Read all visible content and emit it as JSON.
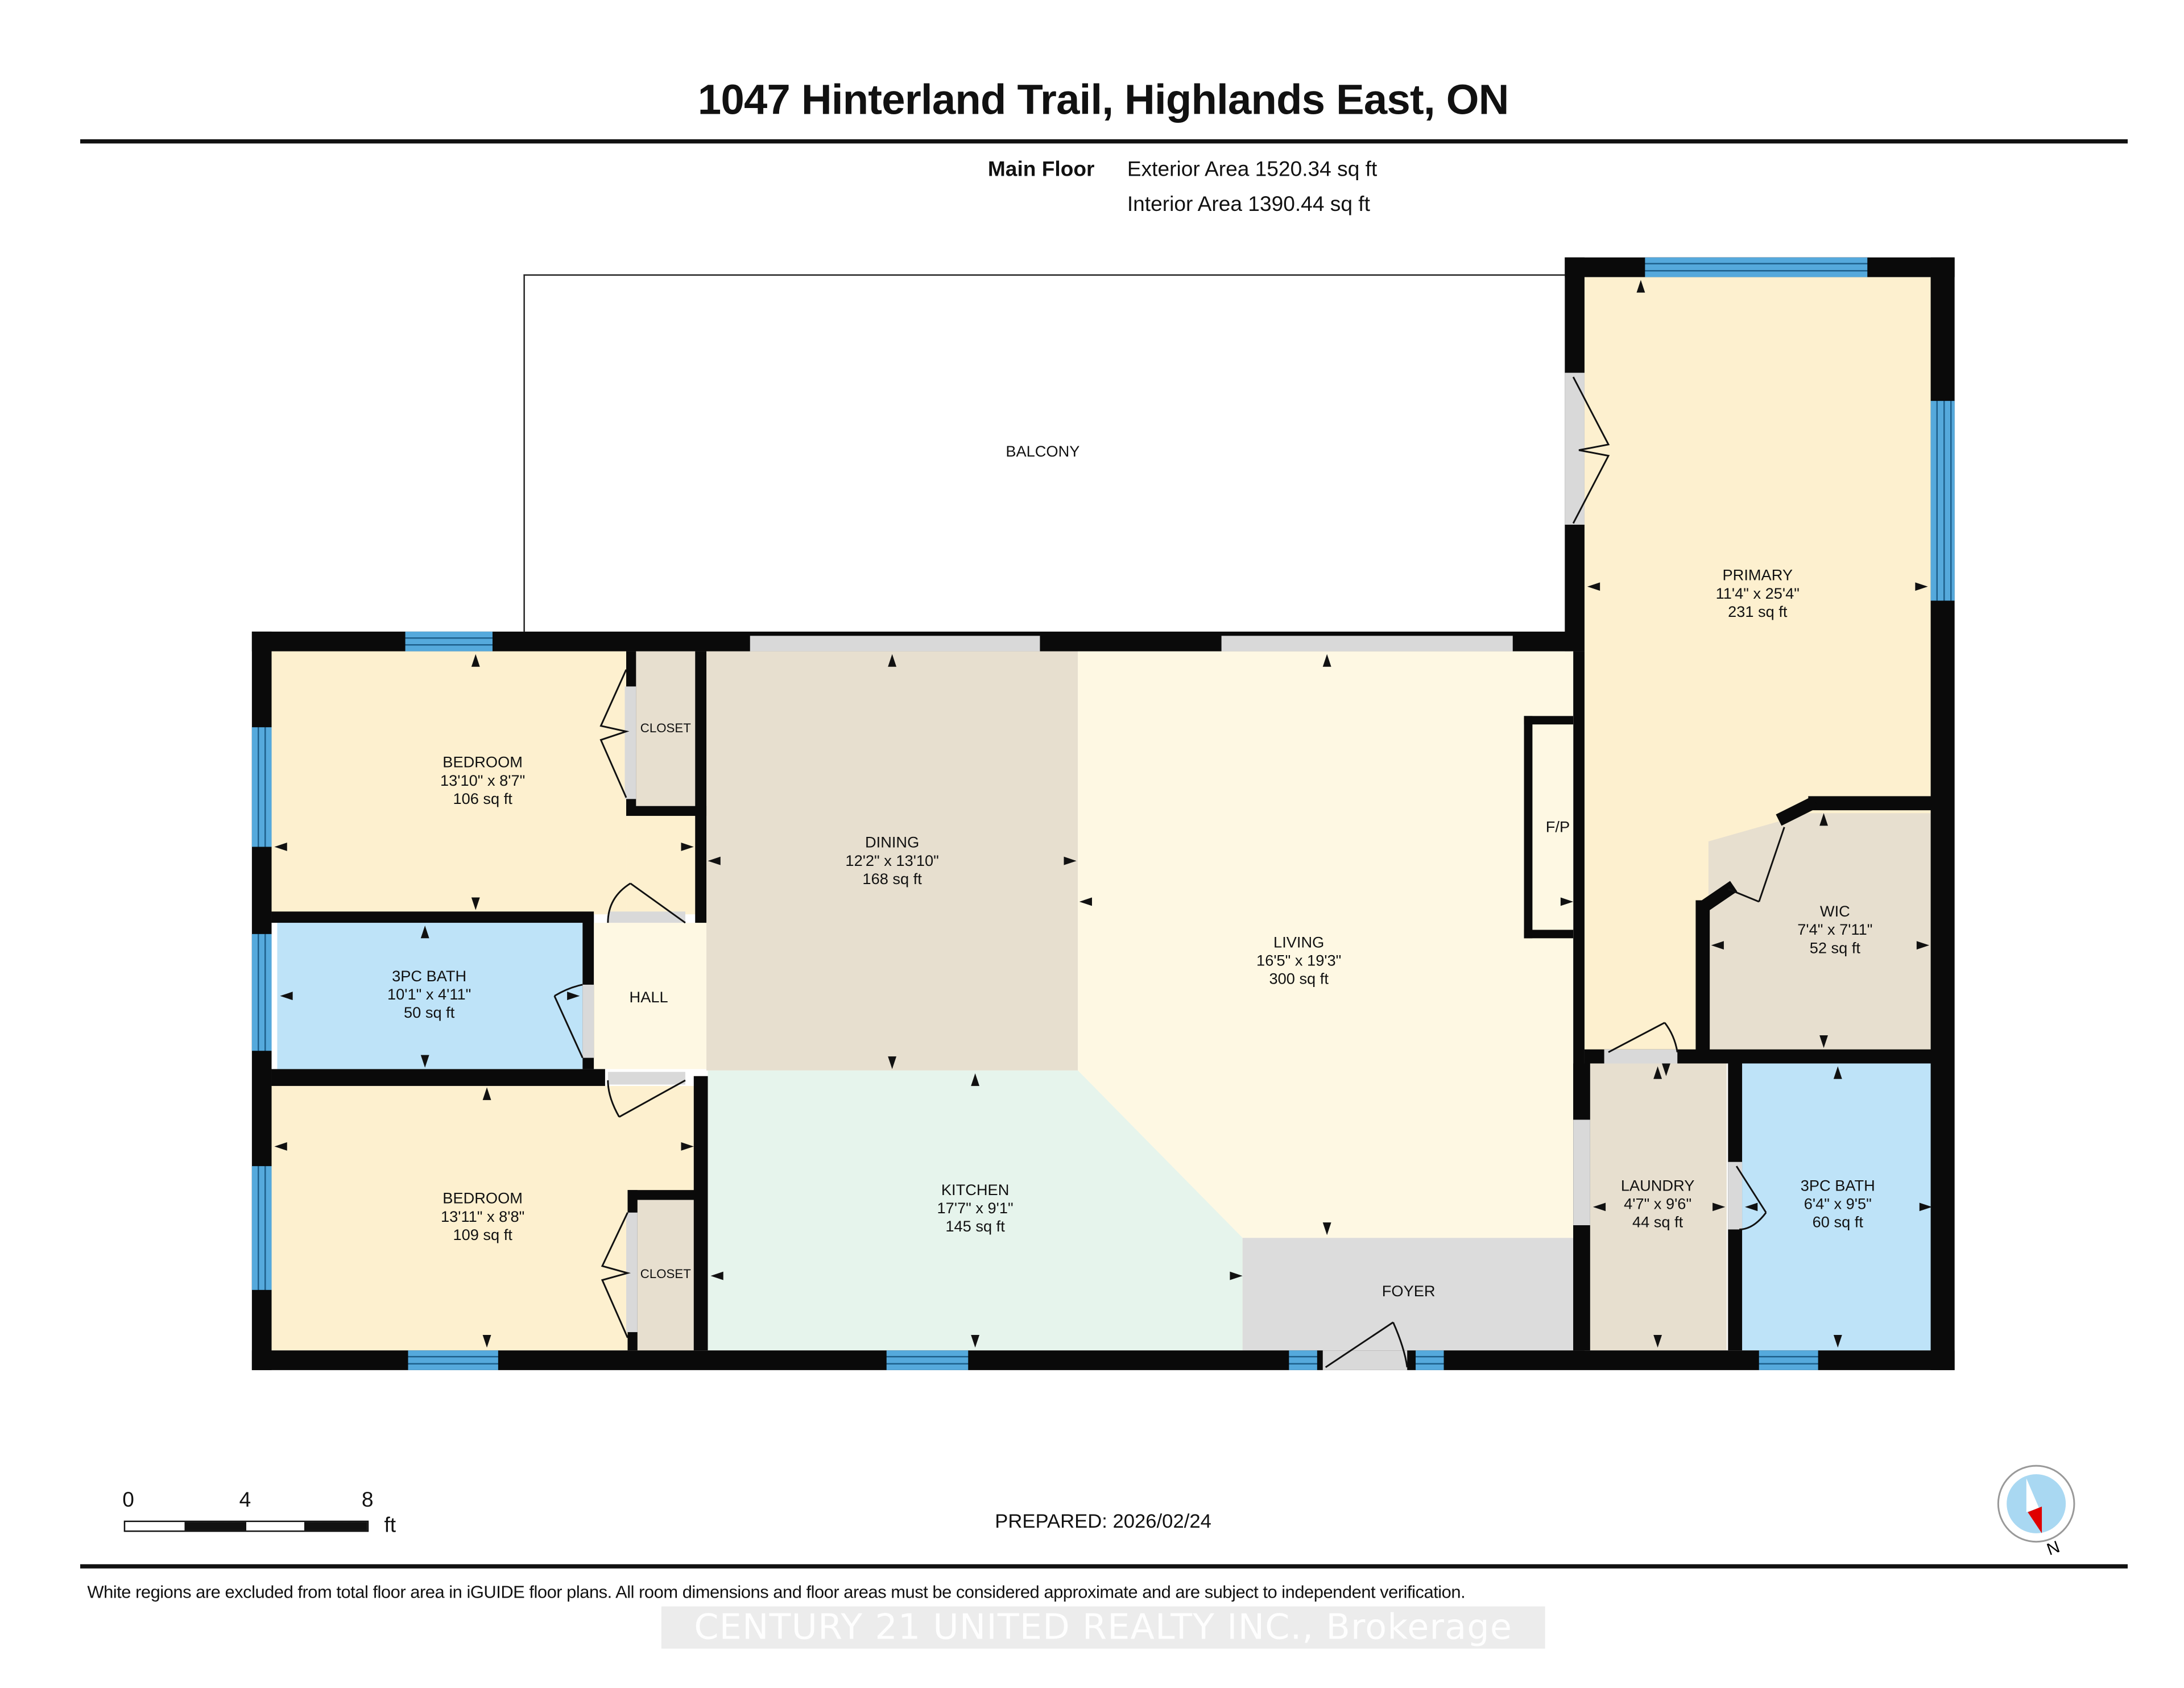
{
  "header": {
    "title": "1047 Hinterland Trail, Highlands East, ON",
    "floor_name": "Main Floor",
    "exterior_area": "Exterior Area 1520.34 sq ft",
    "interior_area": "Interior Area 1390.44 sq ft"
  },
  "rooms": {
    "balcony": {
      "name": "BALCONY"
    },
    "bedroom1": {
      "name": "BEDROOM",
      "dims": "13'10\" x 8'7\"",
      "area": "106 sq ft"
    },
    "closet1": {
      "name": "CLOSET"
    },
    "bath1": {
      "name": "3PC BATH",
      "dims": "10'1\" x 4'11\"",
      "area": "50 sq ft"
    },
    "hall": {
      "name": "HALL"
    },
    "bedroom2": {
      "name": "BEDROOM",
      "dims": "13'11\" x 8'8\"",
      "area": "109 sq ft"
    },
    "closet2": {
      "name": "CLOSET"
    },
    "dining": {
      "name": "DINING",
      "dims": "12'2\" x 13'10\"",
      "area": "168 sq ft"
    },
    "living": {
      "name": "LIVING",
      "dims": "16'5\" x 19'3\"",
      "area": "300 sq ft"
    },
    "fireplace": {
      "name": "F/P"
    },
    "kitchen": {
      "name": "KITCHEN",
      "dims": "17'7\" x 9'1\"",
      "area": "145 sq ft"
    },
    "foyer": {
      "name": "FOYER"
    },
    "primary": {
      "name": "PRIMARY",
      "dims": "11'4\" x 25'4\"",
      "area": "231 sq ft"
    },
    "wic": {
      "name": "WIC",
      "dims": "7'4\" x 7'11\"",
      "area": "52 sq ft"
    },
    "laundry": {
      "name": "LAUNDRY",
      "dims": "4'7\" x 9'6\"",
      "area": "44 sq ft"
    },
    "bath2": {
      "name": "3PC BATH",
      "dims": "6'4\" x 9'5\"",
      "area": "60 sq ft"
    }
  },
  "colors": {
    "wall": "#0a0a0a",
    "window": "#55a9dc",
    "bedroom": "#FDF0CF",
    "bath": "#BEE3F8",
    "dining": "#E7DFCF",
    "living": "#FEF8E3",
    "kitchen": "#E6F4EC",
    "foyer": "#DCDCDC",
    "closet": "#E7DFCF",
    "compass_needle": "#E00000",
    "compass_face": "#A9D8F2"
  },
  "scale_bar": {
    "ticks": [
      "0",
      "4",
      "8"
    ],
    "unit": "ft"
  },
  "prepared": "PREPARED: 2026/02/24",
  "compass": {
    "label": "N"
  },
  "footer": {
    "disclaimer": "White regions are excluded from total floor area in iGUIDE floor plans. All room dimensions and floor areas must be considered approximate and are subject to independent verification.",
    "watermark": "CENTURY 21 UNITED REALTY INC., Brokerage"
  }
}
